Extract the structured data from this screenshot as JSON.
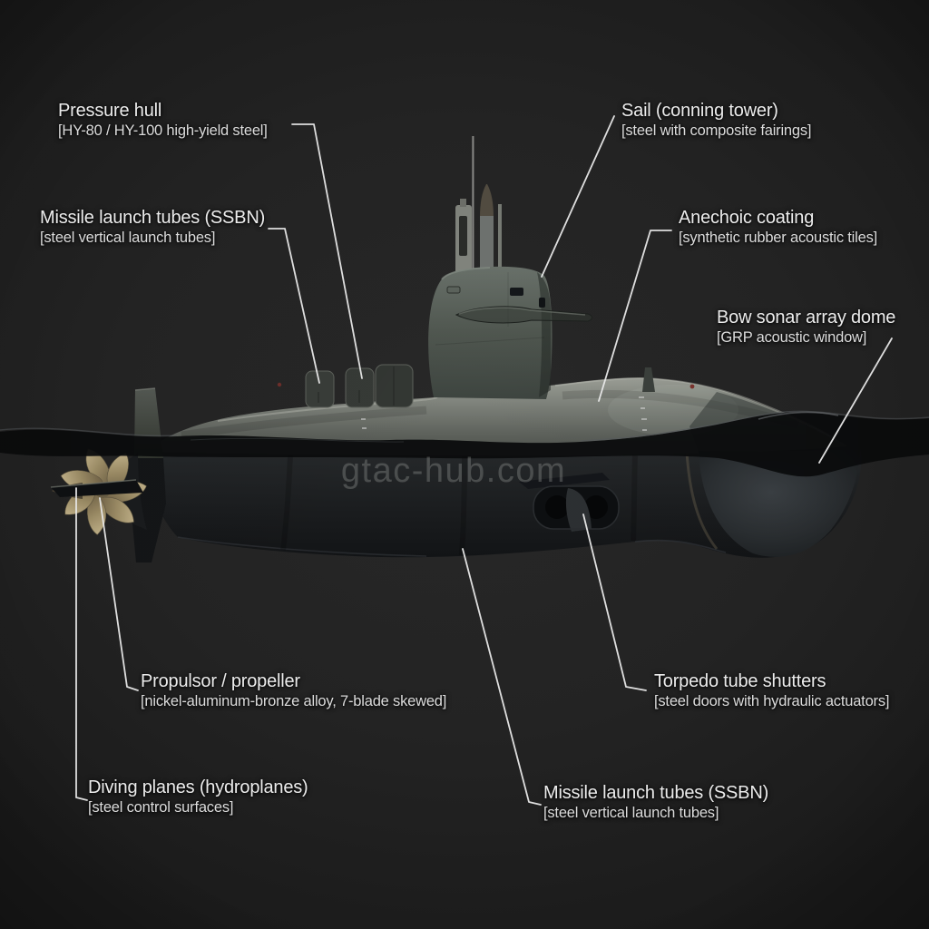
{
  "watermark": "gtac-hub.com",
  "figure": {
    "subject": "submarine-profile-diagram",
    "description": "Side profile of a ballistic missile submarine at the waterline with annotated components"
  },
  "colors": {
    "background": "#242424",
    "label_text": "#ececec",
    "label_subtext": "#dcdcdc",
    "leader_line": "#e9e9e9",
    "hull_upper": "#8e918c",
    "hull_lower": "#1d1f21",
    "sail": "#4d544f",
    "water": "#0b0c0d",
    "propeller_bronze": "#a5946f",
    "watermark_gray": "#9a9d9a"
  },
  "labels": [
    {
      "id": "pressure-hull",
      "title": "Pressure hull",
      "subtitle": "[HY-80 / HY-100 high-yield steel]"
    },
    {
      "id": "missile-tubes-top",
      "title": "Missile launch tubes (SSBN)",
      "subtitle": "[steel vertical launch tubes]"
    },
    {
      "id": "sail",
      "title": "Sail (conning tower)",
      "subtitle": "[steel with composite fairings]"
    },
    {
      "id": "anechoic-coating",
      "title": "Anechoic coating",
      "subtitle": "[synthetic rubber acoustic tiles]"
    },
    {
      "id": "bow-sonar-dome",
      "title": "Bow sonar array dome",
      "subtitle": "[GRP acoustic window]"
    },
    {
      "id": "propulsor",
      "title": "Propulsor / propeller",
      "subtitle": "[nickel-aluminum-bronze alloy, 7-blade skewed]"
    },
    {
      "id": "torpedo-shutters",
      "title": "Torpedo tube shutters",
      "subtitle": "[steel doors with hydraulic actuators]"
    },
    {
      "id": "diving-planes",
      "title": "Diving planes (hydroplanes)",
      "subtitle": "[steel control surfaces]"
    },
    {
      "id": "missile-tubes-bottom",
      "title": "Missile launch tubes (SSBN)",
      "subtitle": "[steel vertical launch tubes]"
    }
  ]
}
